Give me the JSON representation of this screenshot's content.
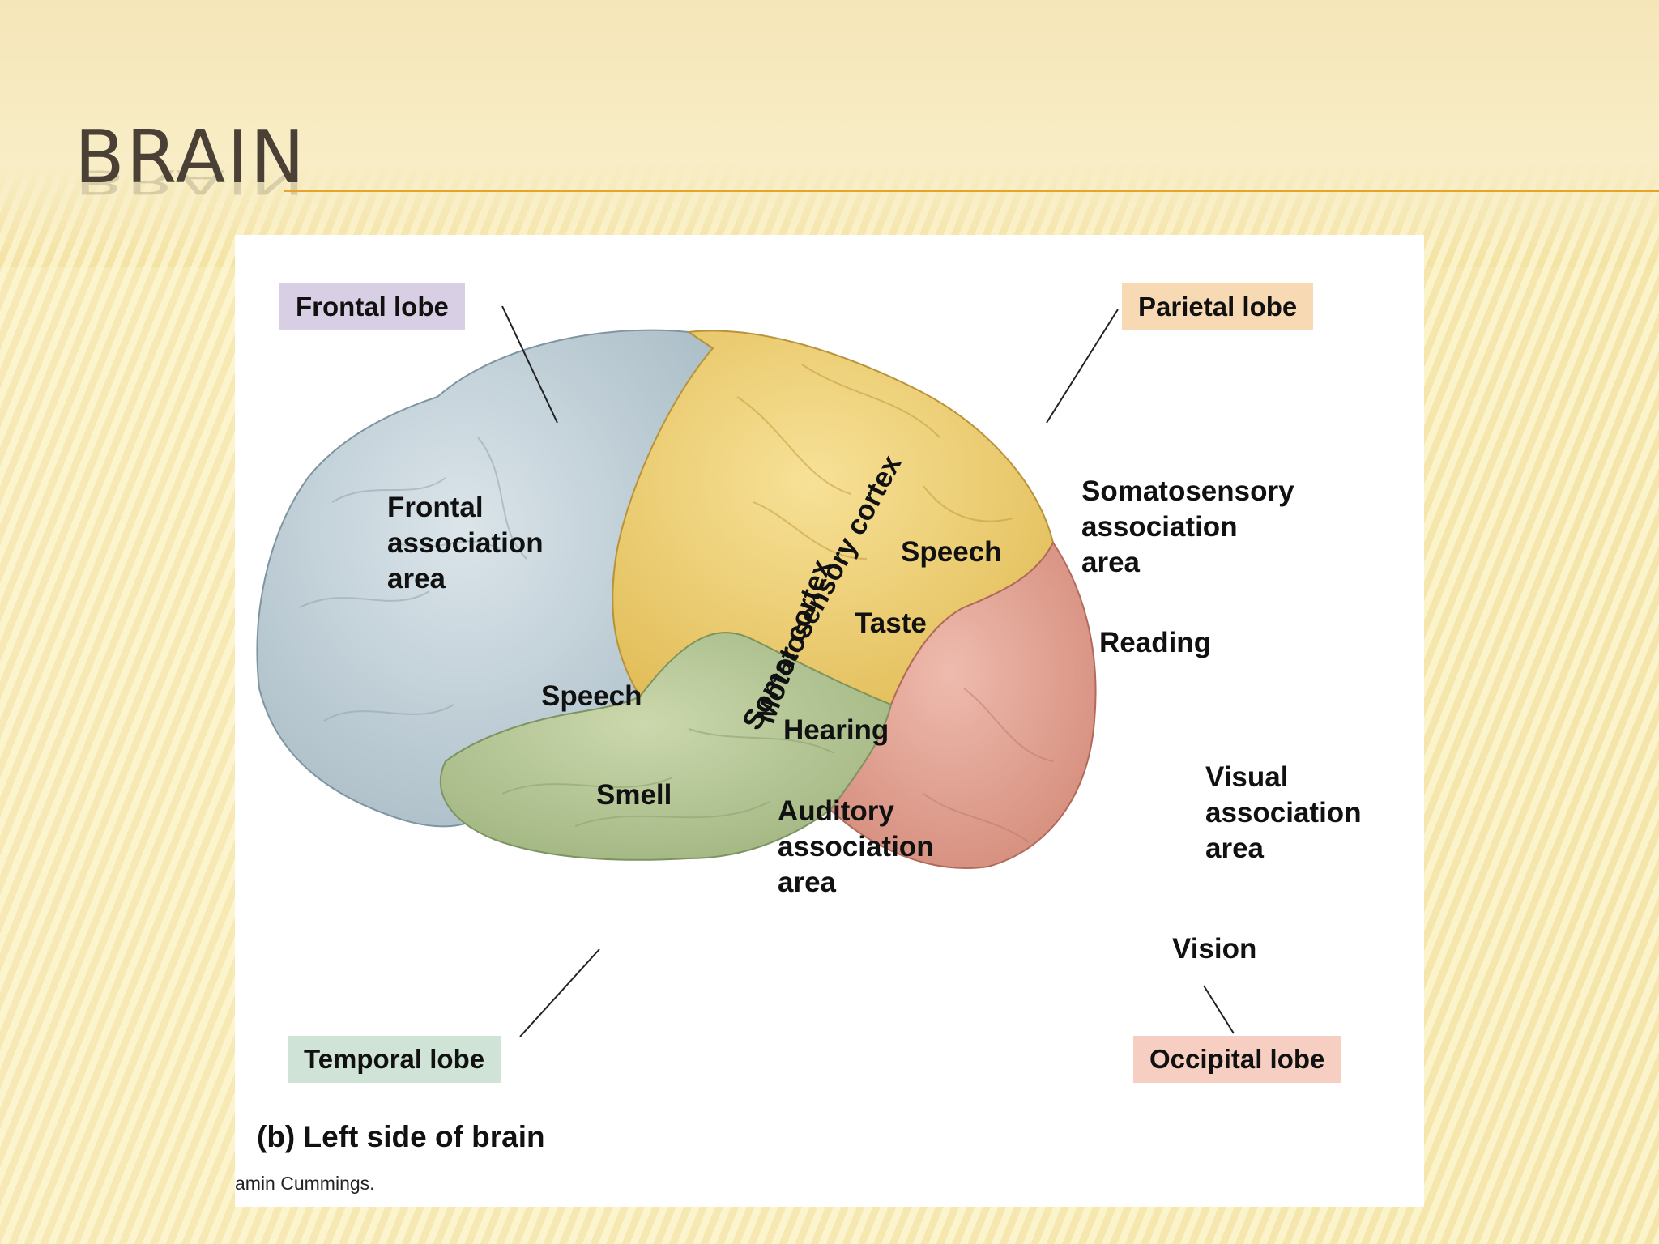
{
  "slide": {
    "title": "BRAIN"
  },
  "figure": {
    "lobes": {
      "frontal": "Frontal lobe",
      "parietal": "Parietal lobe",
      "temporal": "Temporal lobe",
      "occipital": "Occipital lobe"
    },
    "regions": {
      "frontal_association": "Frontal\nassociation\narea",
      "motor_cortex": "Motor cortex",
      "somatosensory_cortex": "Somatosensory cortex",
      "somatosensory_association": "Somatosensory\nassociation\narea",
      "speech_parietal": "Speech",
      "taste": "Taste",
      "reading": "Reading",
      "speech_frontal": "Speech",
      "hearing": "Hearing",
      "smell": "Smell",
      "auditory_association": "Auditory\nassociation\narea",
      "visual_association": "Visual\nassociation\narea",
      "vision": "Vision"
    },
    "caption": "(b) Left side of brain",
    "credit": "amin Cummings."
  },
  "colors": {
    "frontal": "#c6d3d9",
    "parietal": "#f0d37a",
    "temporal": "#b9c99a",
    "occipital": "#e6a99a",
    "frontal_label_bg": "#d9cfe4",
    "parietal_label_bg": "#f7d9b4",
    "temporal_label_bg": "#cfe4d6",
    "occipital_label_bg": "#f6cfc2",
    "title_rule": "#e7a32c"
  }
}
